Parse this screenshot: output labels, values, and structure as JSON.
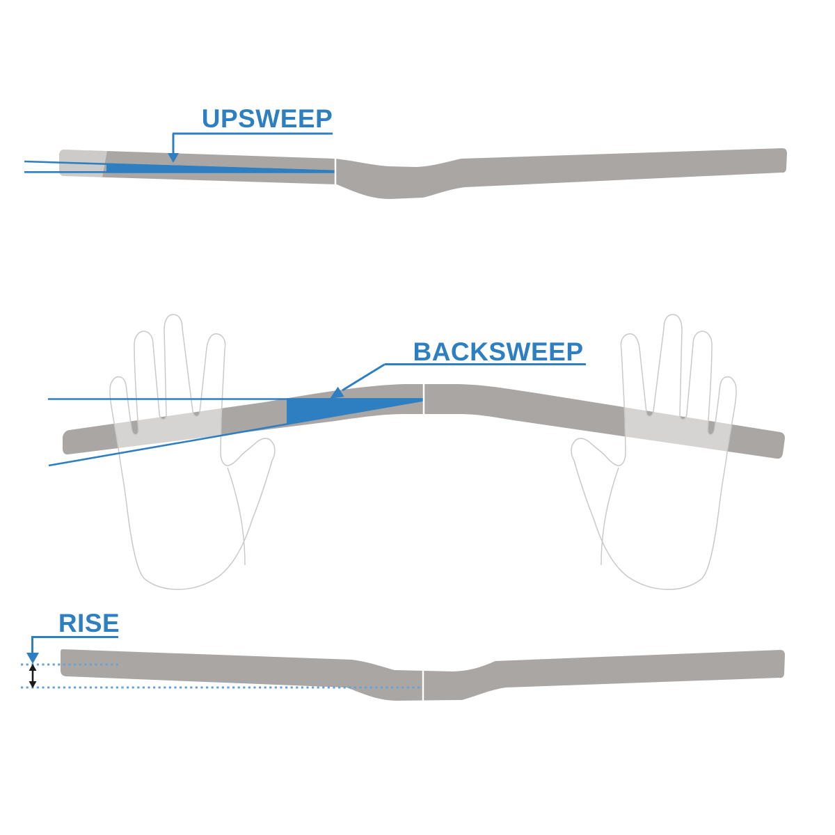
{
  "diagram": {
    "subject": "handlebar-geometry",
    "sections": [
      {
        "id": "upsweep",
        "label": "UPSWEEP"
      },
      {
        "id": "backsweep",
        "label": "BACKSWEEP"
      },
      {
        "id": "rise",
        "label": "RISE"
      }
    ]
  },
  "colors": {
    "accent_blue": "#2e7fc1",
    "bar_grey": "#a9a6a4",
    "dotted_blue": "#6aa2d4",
    "arrow_black": "#1b1b1b",
    "hand_outline": "#cbc9c8"
  }
}
